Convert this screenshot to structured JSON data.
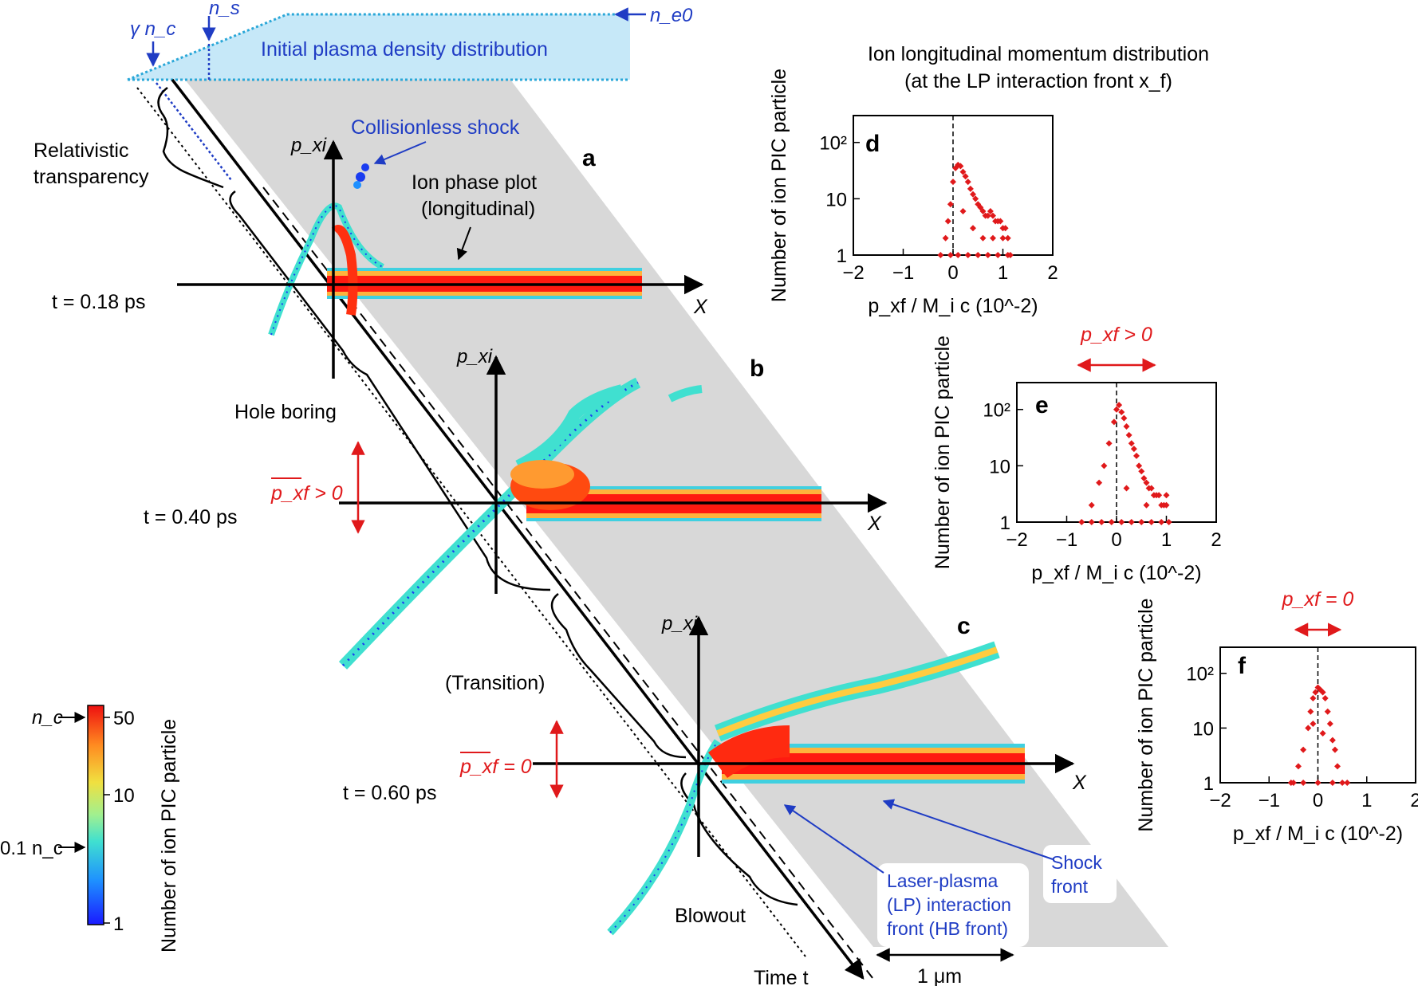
{
  "density": {
    "gamma_nc": "γ n_c",
    "ns": "n_s",
    "ne0": "n_e0",
    "title": "Initial plasma density distribution"
  },
  "annotations": {
    "relativistic_1": "Relativistic",
    "relativistic_2": "transparency",
    "collisionless": "Collisionless shock",
    "phase_plot_1": "Ion phase plot",
    "phase_plot_2": "(longitudinal)",
    "hole_boring": "Hole boring",
    "transition": "(Transition)",
    "blowout": "Blowout",
    "lp_front_1": "Laser-plasma",
    "lp_front_2": "(LP) interaction",
    "lp_front_3": "front (HB front)",
    "shock_front_1": "Shock",
    "shock_front_2": "front",
    "time_axis": "Time t",
    "scale": "1 μm"
  },
  "panels": [
    {
      "id": "a",
      "time": "t = 0.18 ps",
      "pxi": "p_xi",
      "x": "X"
    },
    {
      "id": "b",
      "time": "t = 0.40 ps",
      "pxi": "p_xi",
      "x": "X",
      "mean": "p_xf > 0"
    },
    {
      "id": "c",
      "time": "t = 0.60 ps",
      "pxi": "p_xi",
      "x": "X",
      "mean": "p_xf = 0"
    }
  ],
  "colorbar": {
    "label": "Number of ion PIC particle",
    "ticks": [
      "50",
      "10",
      "1"
    ],
    "nc": "n_c",
    "nc01": "0.1 n_c"
  },
  "hist_title_1": "Ion longitudinal momentum distribution",
  "hist_title_2": "(at the LP interaction front x_f)",
  "chart_data": [
    {
      "type": "scatter",
      "panel": "d",
      "title": "Ion longitudinal momentum distribution (at the LP interaction front x_f)",
      "xlabel": "p_xf / M_i c (10^-2)",
      "ylabel": "Number of ion PIC particle",
      "xlim": [
        -2,
        2
      ],
      "ylim": [
        1,
        300
      ],
      "yscale": "log",
      "xticks": [
        "−2",
        "−1",
        "0",
        "1",
        "2"
      ],
      "yticks": [
        "1",
        "10",
        "10²"
      ],
      "points": [
        [
          -0.25,
          1
        ],
        [
          -0.15,
          2
        ],
        [
          -0.1,
          4
        ],
        [
          -0.05,
          8
        ],
        [
          0,
          20
        ],
        [
          0.05,
          35
        ],
        [
          0.1,
          40
        ],
        [
          0.15,
          38
        ],
        [
          0.2,
          30
        ],
        [
          0.25,
          25
        ],
        [
          0.3,
          20
        ],
        [
          0.35,
          15
        ],
        [
          0.4,
          12
        ],
        [
          0.45,
          10
        ],
        [
          0.5,
          8
        ],
        [
          0.55,
          7
        ],
        [
          0.6,
          6
        ],
        [
          0.65,
          5
        ],
        [
          0.7,
          5
        ],
        [
          0.75,
          6
        ],
        [
          0.8,
          5
        ],
        [
          0.85,
          4
        ],
        [
          0.9,
          4
        ],
        [
          0.95,
          4
        ],
        [
          1.0,
          3
        ],
        [
          1.05,
          3
        ],
        [
          1.1,
          2
        ],
        [
          1.15,
          1
        ],
        [
          1.1,
          1
        ],
        [
          0.9,
          1
        ],
        [
          0.7,
          1
        ],
        [
          0.5,
          1
        ],
        [
          0.3,
          1
        ],
        [
          0.1,
          1
        ],
        [
          -0.05,
          1
        ],
        [
          0.6,
          2
        ],
        [
          0.4,
          3
        ],
        [
          0.2,
          6
        ],
        [
          0.8,
          2
        ],
        [
          1.0,
          2
        ]
      ]
    },
    {
      "type": "scatter",
      "panel": "e",
      "mean_label": "p_xf > 0",
      "xlabel": "p_xf / M_i c (10^-2)",
      "ylabel": "Number of ion PIC particle",
      "xlim": [
        -2,
        2
      ],
      "ylim": [
        1,
        300
      ],
      "yscale": "log",
      "xticks": [
        "−2",
        "−1",
        "0",
        "1",
        "2"
      ],
      "yticks": [
        "1",
        "10",
        "10²"
      ],
      "points": [
        [
          -0.7,
          1
        ],
        [
          -0.5,
          2
        ],
        [
          -0.35,
          5
        ],
        [
          -0.25,
          10
        ],
        [
          -0.15,
          25
        ],
        [
          -0.05,
          60
        ],
        [
          0,
          100
        ],
        [
          0.05,
          120
        ],
        [
          0.1,
          90
        ],
        [
          0.15,
          70
        ],
        [
          0.2,
          50
        ],
        [
          0.25,
          35
        ],
        [
          0.3,
          25
        ],
        [
          0.35,
          20
        ],
        [
          0.4,
          15
        ],
        [
          0.45,
          10
        ],
        [
          0.5,
          8
        ],
        [
          0.55,
          6
        ],
        [
          0.6,
          5
        ],
        [
          0.65,
          4
        ],
        [
          0.7,
          4
        ],
        [
          0.75,
          3
        ],
        [
          0.8,
          3
        ],
        [
          0.85,
          3
        ],
        [
          0.9,
          2
        ],
        [
          0.95,
          2
        ],
        [
          1.0,
          2
        ],
        [
          1.05,
          1
        ],
        [
          0.9,
          1
        ],
        [
          0.7,
          1
        ],
        [
          0.5,
          1
        ],
        [
          0.3,
          1
        ],
        [
          0.1,
          1
        ],
        [
          -0.1,
          1
        ],
        [
          -0.3,
          1
        ],
        [
          -0.5,
          1
        ],
        [
          0.2,
          4
        ],
        [
          0.6,
          2
        ],
        [
          1.0,
          3
        ]
      ]
    },
    {
      "type": "scatter",
      "panel": "f",
      "mean_label": "p_xf = 0",
      "xlabel": "p_xf / M_i c (10^-2)",
      "ylabel": "Number of ion PIC particle",
      "xlim": [
        -2,
        2
      ],
      "ylim": [
        1,
        300
      ],
      "yscale": "log",
      "xticks": [
        "−2",
        "−1",
        "0",
        "1",
        "2"
      ],
      "yticks": [
        "1",
        "10",
        "10²"
      ],
      "points": [
        [
          -0.55,
          1
        ],
        [
          -0.4,
          2
        ],
        [
          -0.3,
          4
        ],
        [
          -0.2,
          10
        ],
        [
          -0.15,
          20
        ],
        [
          -0.1,
          35
        ],
        [
          -0.05,
          45
        ],
        [
          0,
          55
        ],
        [
          0.05,
          50
        ],
        [
          0.1,
          45
        ],
        [
          0.15,
          35
        ],
        [
          0.2,
          20
        ],
        [
          0.25,
          12
        ],
        [
          0.3,
          6
        ],
        [
          0.35,
          4
        ],
        [
          0.4,
          2
        ],
        [
          0.5,
          1
        ],
        [
          0.6,
          1
        ],
        [
          -0.5,
          1
        ],
        [
          -0.3,
          1
        ],
        [
          0,
          1
        ],
        [
          0.3,
          1
        ],
        [
          0.1,
          8
        ],
        [
          -0.1,
          12
        ]
      ]
    }
  ]
}
